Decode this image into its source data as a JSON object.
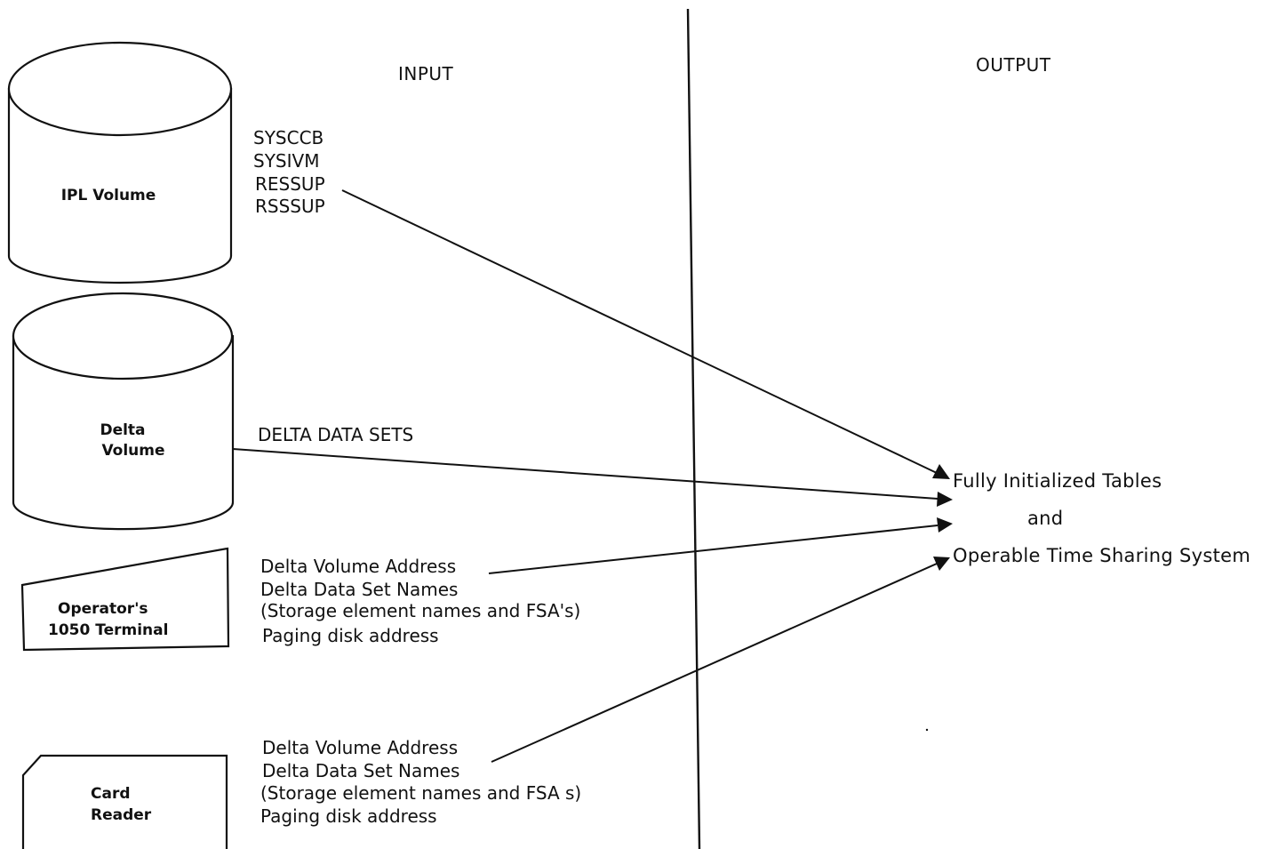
{
  "headers": {
    "input": "INPUT",
    "output": "OUTPUT"
  },
  "devices": {
    "ipl_volume": "IPL  Volume",
    "delta_volume": [
      "Delta",
      "Volume"
    ],
    "operator_terminal": [
      "Operator's",
      "1050 Terminal"
    ],
    "card_reader": [
      "Card",
      "Reader"
    ]
  },
  "inputs": {
    "ipl_datasets": [
      "SYSCCB",
      "SYSIVM",
      "RESSUP",
      "RSSSUP"
    ],
    "delta_data_sets": "DELTA DATA SETS",
    "terminal_entries": [
      "Delta Volume Address",
      "Delta Data Set Names",
      "(Storage element names and FSA's)",
      "Paging disk address"
    ],
    "card_reader_entries": [
      "Delta Volume Address",
      "Delta Data Set Names",
      "(Storage element names and FSA s)",
      "Paging disk address"
    ]
  },
  "outputs": {
    "line1": "Fully Initialized Tables",
    "line2": "and",
    "line3": "Operable Time Sharing System"
  },
  "colors": {
    "ink": "#111111",
    "paper": "#ffffff"
  }
}
